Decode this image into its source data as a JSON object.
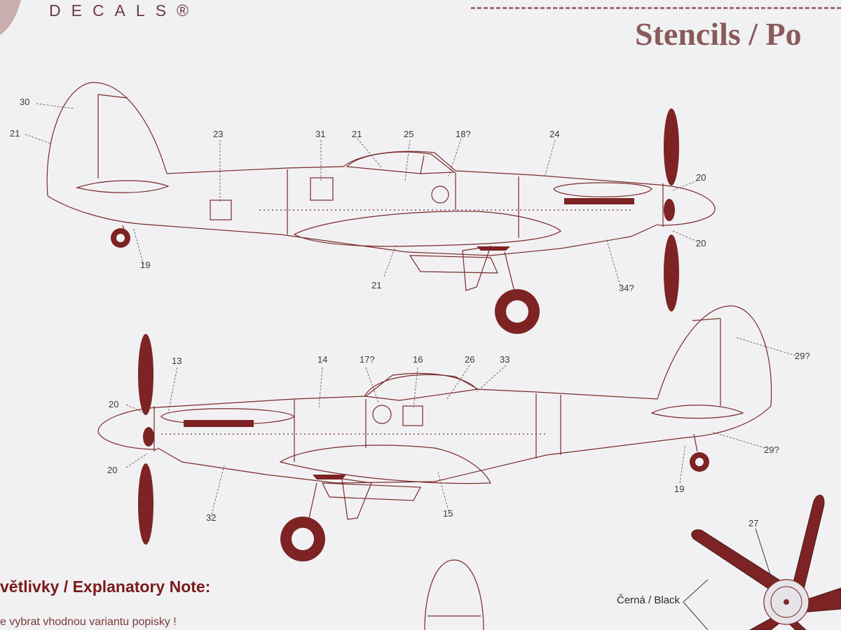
{
  "header": {
    "brand": "DECALS®",
    "title": "Stencils / Po"
  },
  "top_view_callouts": [
    "30",
    "21",
    "23",
    "31",
    "21",
    "25",
    "18?",
    "24",
    "20",
    "20",
    "19",
    "21",
    "34?"
  ],
  "bottom_view_callouts": [
    "13",
    "14",
    "17?",
    "16",
    "26",
    "33",
    "29?",
    "20",
    "20",
    "29?",
    "19",
    "32",
    "15"
  ],
  "propeller_callout": "27",
  "notes": {
    "title": "větlivky / Explanatory Note:",
    "subtitle": "e vybrat vhodnou variantu popisky !"
  },
  "color_legend": {
    "label": "Černá / Black"
  },
  "colors": {
    "outline": "#7a2a2a",
    "fill": "#7d2323",
    "paper": "#f1f1f3"
  }
}
